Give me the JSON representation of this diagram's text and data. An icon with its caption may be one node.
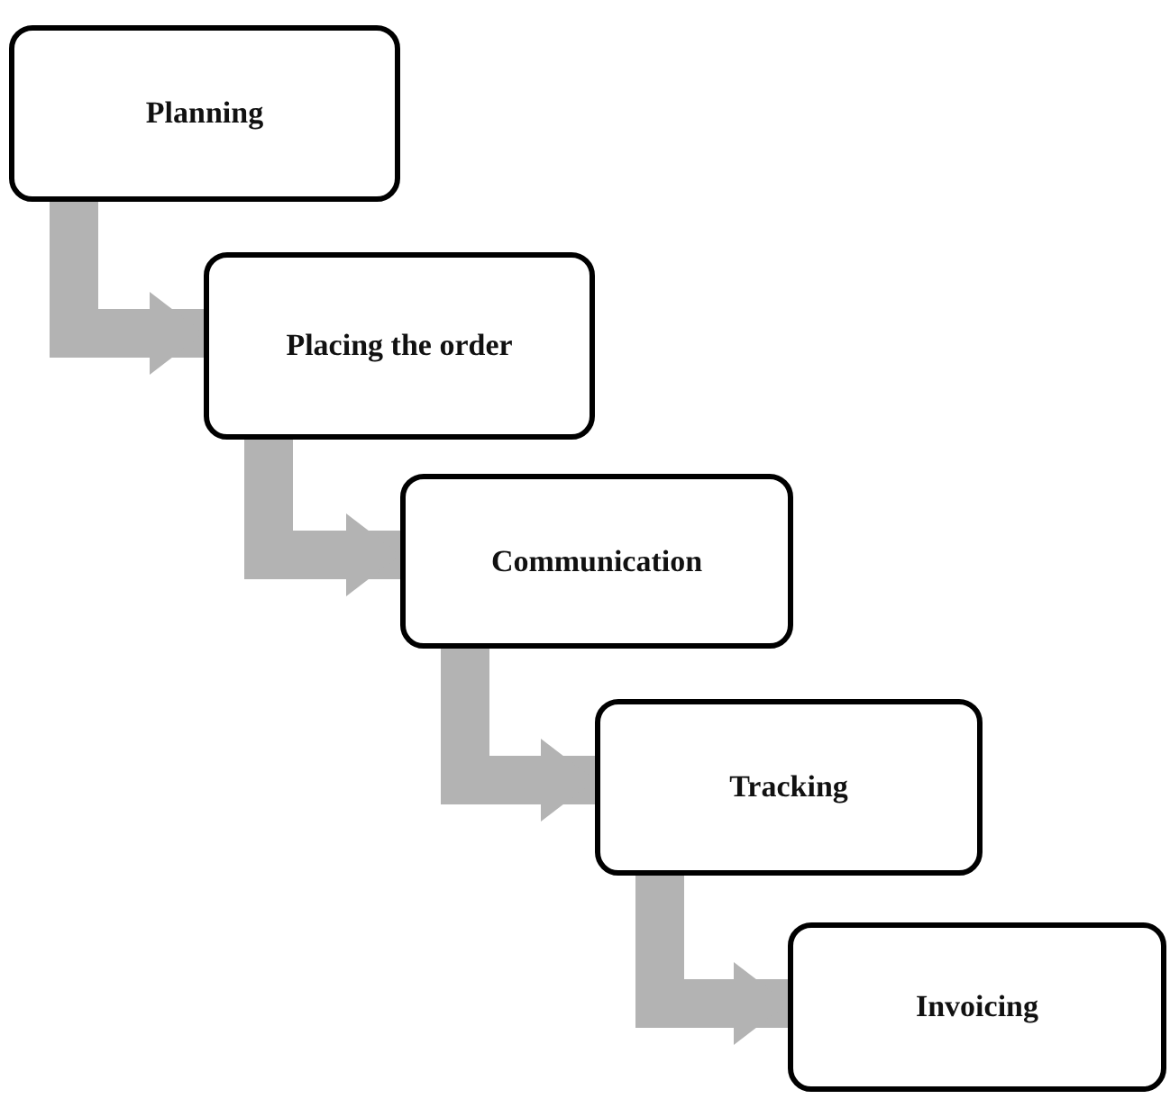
{
  "diagram": {
    "nodes": [
      {
        "text": [
          "Planning"
        ]
      },
      {
        "text": [
          "Placing the order"
        ]
      },
      {
        "text": [
          "Communication"
        ]
      },
      {
        "text": [
          "Tracking"
        ]
      },
      {
        "text": [
          "Invoicing"
        ]
      }
    ],
    "edges": [
      {
        "from": 0,
        "to": 1,
        "arrow": "to"
      },
      {
        "from": 1,
        "to": 2,
        "arrow": "to"
      },
      {
        "from": 2,
        "to": 3,
        "arrow": "to"
      },
      {
        "from": 3,
        "to": 4,
        "arrow": "to"
      }
    ]
  }
}
